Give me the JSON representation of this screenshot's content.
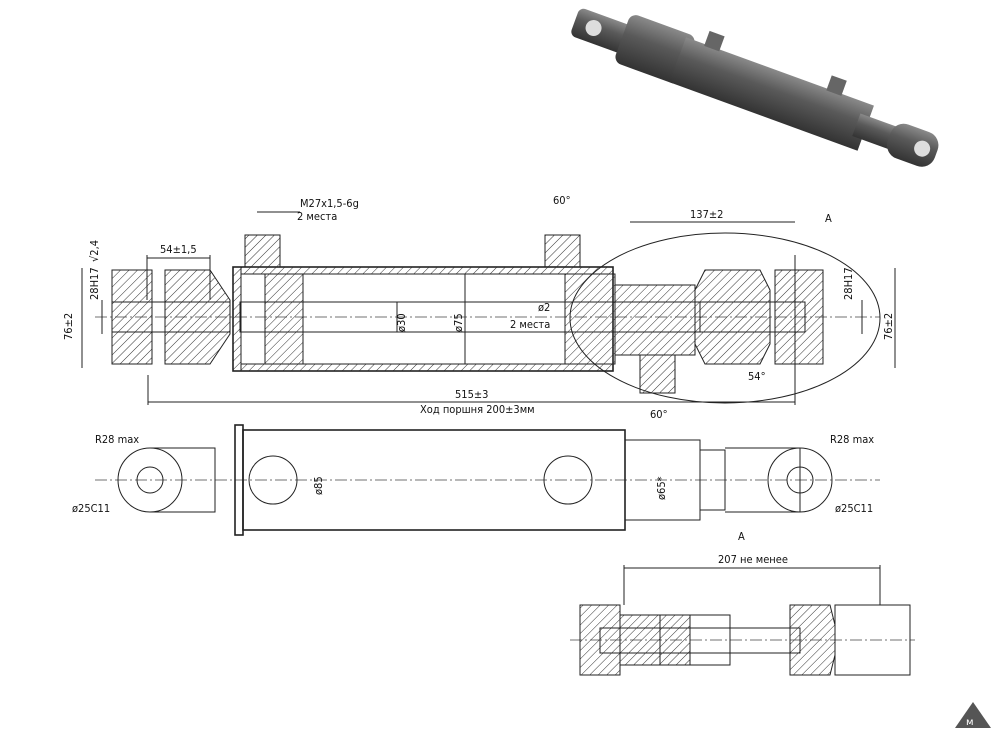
{
  "title": "Гидроцилиндр",
  "labels": {
    "thread": "M27x1,5-6g",
    "thread_places": "2 места",
    "angle_top": "60°",
    "len_137": "137±2",
    "view_a": "A",
    "len_54": "54±1,5",
    "bore_left": "28H17",
    "rough": "√2,4",
    "h_76_left": "76±2",
    "bore_right": "28H17",
    "h_76_right": "76±2",
    "rod_d": "ø30",
    "tube_d": "ø75",
    "hole_d": "ø2",
    "hole_places": "2 места",
    "angle_54": "54°",
    "total_len": "515±3",
    "stroke": "Ход поршня 200±3мм",
    "angle_mid": "60°",
    "r_left": "R28 max",
    "d_left": "ø25C11",
    "outer_d": "ø85",
    "nut_d": "ø65*",
    "r_right": "R28 max",
    "d_right": "ø25C11",
    "view_a2": "A",
    "len_207": "207 не менее"
  },
  "colors": {
    "line": "#222222",
    "render": "#5a5a5a"
  }
}
